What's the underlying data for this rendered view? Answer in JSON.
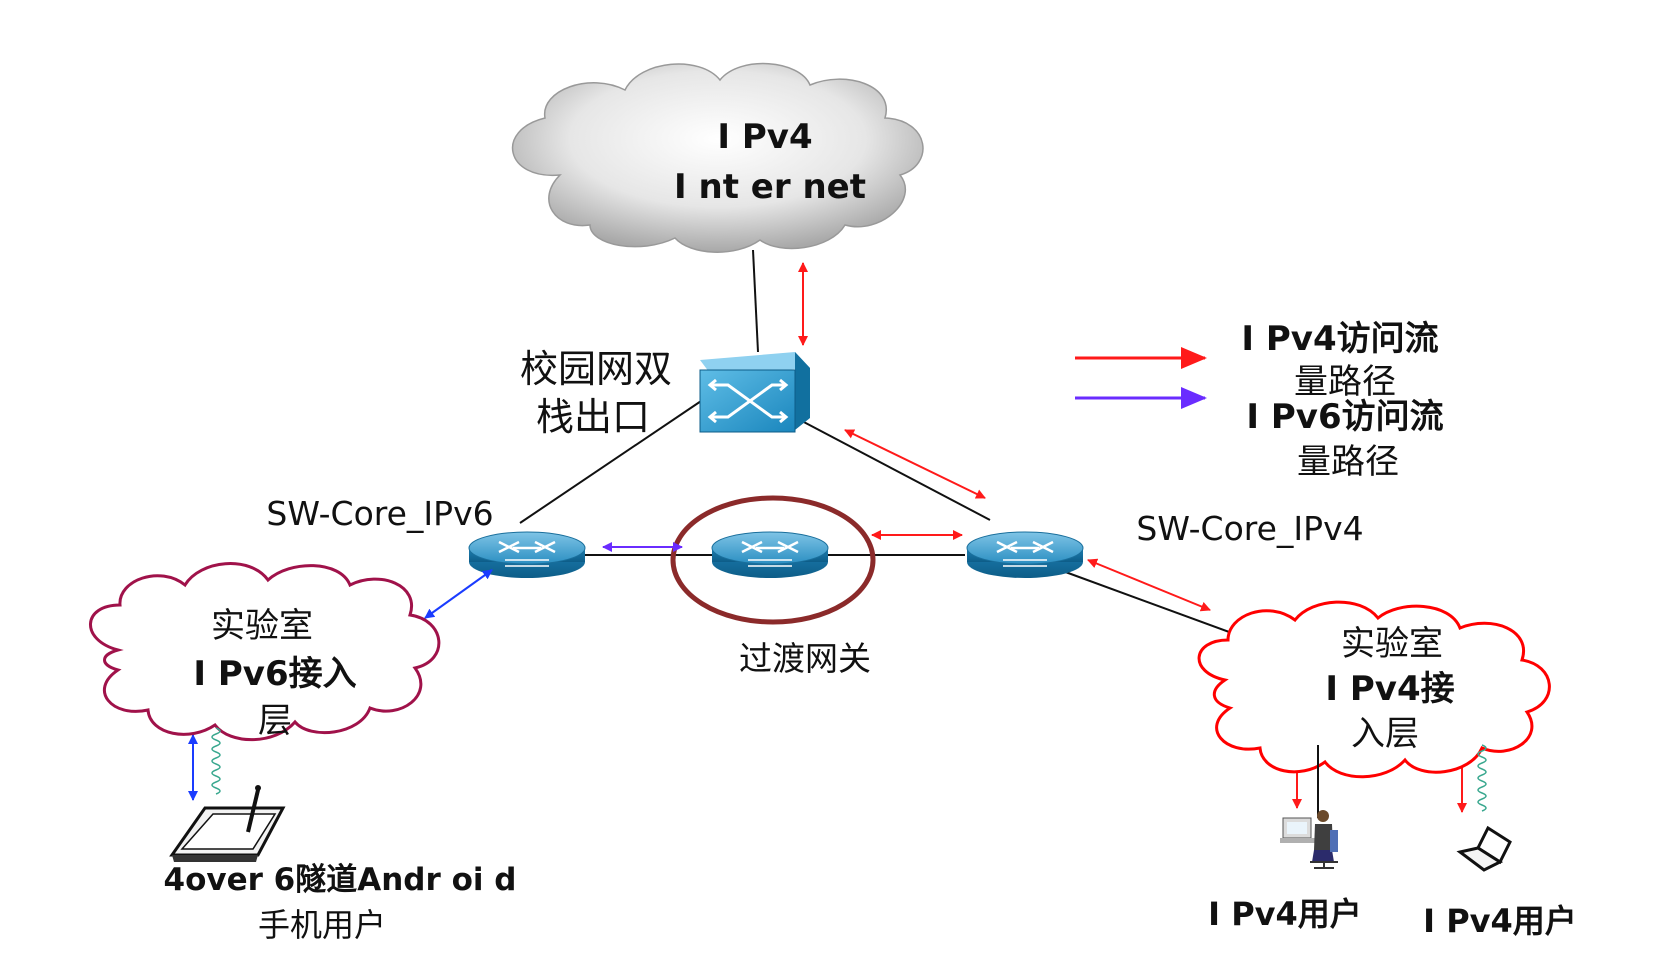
{
  "internet_cloud": {
    "line1": "I Pv4",
    "line2": "I nt er net"
  },
  "core_switch": {
    "line1": "校园网双",
    "line2": "栈出口"
  },
  "sw_v6": {
    "label": "SW-Core_IPv6"
  },
  "sw_v4": {
    "label": "SW-Core_IPv4"
  },
  "gateway": {
    "label": "过渡网关"
  },
  "legend": {
    "v4_line1": "I Pv4访问流",
    "v4_line2": "量路径",
    "v6_line1": "I Pv6访问流",
    "v6_line2": "量路径"
  },
  "lab_v6": {
    "line1": "实验室",
    "line2": "I Pv6接入",
    "line3": "层"
  },
  "lab_v4": {
    "line1": "实验室",
    "line2": "I Pv4接",
    "line3": "入层"
  },
  "android": {
    "line1": "4over 6隧道Andr oi d",
    "line2": "手机用户"
  },
  "user1": {
    "label": "I Pv4用户"
  },
  "user2": {
    "label": "I Pv4用户"
  },
  "colors": {
    "v4_path": "#ff1a1a",
    "v6_path": "#6a2cff",
    "v6_link": "#1a3cff",
    "gateway_ring": "#8b2a2a",
    "lab_v6_cloud": "#a0124a",
    "lab_v4_cloud": "#ff0000"
  }
}
